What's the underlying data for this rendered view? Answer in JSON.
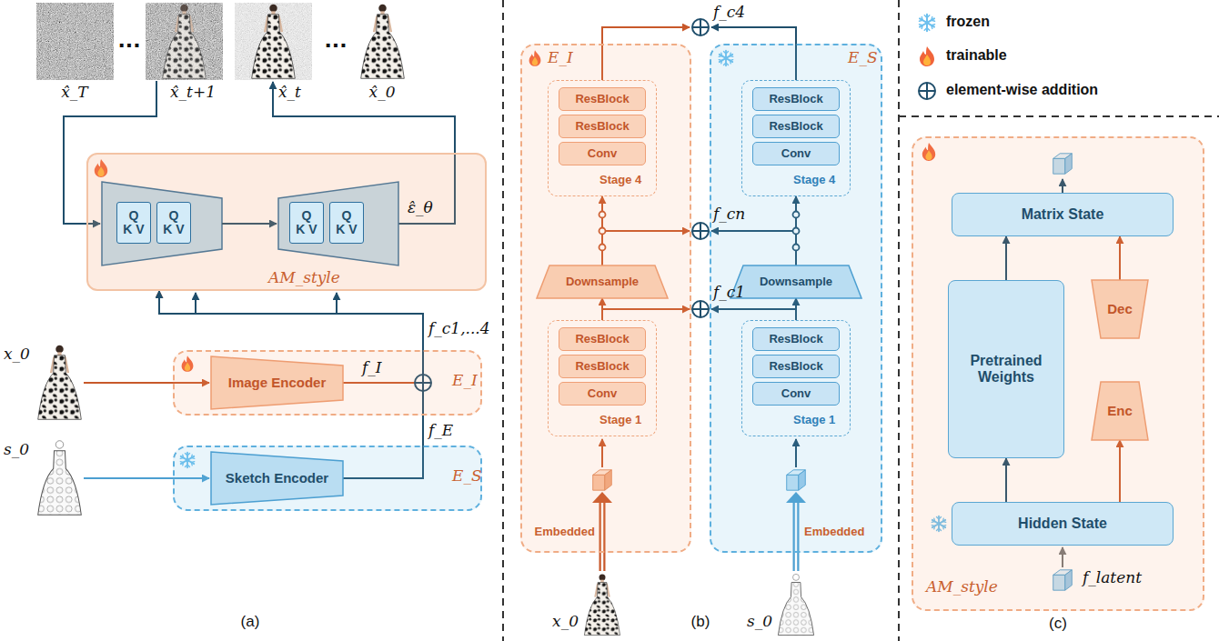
{
  "diagram": {
    "nodes": [
      {
        "text": [
          "AM_style"
        ]
      },
      {
        "text": [
          "Q",
          "K V"
        ],
        "in": 0
      },
      {
        "text": [
          "Q",
          "K V"
        ],
        "in": 0
      },
      {
        "text": [
          "Q",
          "K V"
        ],
        "in": 0
      },
      {
        "text": [
          "Q",
          "K V"
        ],
        "in": 0
      },
      {
        "text": [
          "E_I"
        ]
      },
      {
        "text": [
          "Image Encoder"
        ],
        "in": 5
      },
      {
        "text": [
          "E_S"
        ]
      },
      {
        "text": [
          "Sketch Encoder"
        ],
        "in": 7
      },
      {
        "text": [
          "E_I"
        ]
      },
      {
        "text": [
          "Stage 4"
        ],
        "in": 9
      },
      {
        "text": [
          "ResBlock"
        ],
        "in": 10
      },
      {
        "text": [
          "ResBlock"
        ],
        "in": 10
      },
      {
        "text": [
          "Conv"
        ],
        "in": 10
      },
      {
        "text": [
          "Downsample"
        ],
        "in": 9
      },
      {
        "text": [
          "Stage 1"
        ],
        "in": 9
      },
      {
        "text": [
          "ResBlock"
        ],
        "in": 15
      },
      {
        "text": [
          "ResBlock"
        ],
        "in": 15
      },
      {
        "text": [
          "Conv"
        ],
        "in": 15
      },
      {
        "text": [
          "E_S"
        ]
      },
      {
        "text": [
          "Stage 4"
        ],
        "in": 19
      },
      {
        "text": [
          "ResBlock"
        ],
        "in": 20
      },
      {
        "text": [
          "ResBlock"
        ],
        "in": 20
      },
      {
        "text": [
          "Conv"
        ],
        "in": 20
      },
      {
        "text": [
          "Downsample"
        ],
        "in": 19
      },
      {
        "text": [
          "Stage 1"
        ],
        "in": 19
      },
      {
        "text": [
          "ResBlock"
        ],
        "in": 25
      },
      {
        "text": [
          "ResBlock"
        ],
        "in": 25
      },
      {
        "text": [
          "Conv"
        ],
        "in": 25
      },
      {
        "text": [
          "AM_style"
        ]
      },
      {
        "text": [
          "Matrix State"
        ],
        "in": 29
      },
      {
        "text": [
          "Pretrained Weights"
        ],
        "in": 29
      },
      {
        "text": [
          "Dec"
        ],
        "in": 29
      },
      {
        "text": [
          "Enc"
        ],
        "in": 29
      },
      {
        "text": [
          "Hidden State"
        ],
        "in": 29
      }
    ],
    "edges": [
      {
        "from": 6,
        "to": 0,
        "arrow": "to"
      },
      {
        "from": 8,
        "to": 0,
        "arrow": "to"
      },
      {
        "from": 15,
        "to": 14,
        "arrow": "to"
      },
      {
        "from": 14,
        "to": 10,
        "arrow": "to"
      },
      {
        "from": 25,
        "to": 24,
        "arrow": "to"
      },
      {
        "from": 24,
        "to": 20,
        "arrow": "to"
      },
      {
        "from": 34,
        "to": 31,
        "arrow": "to"
      },
      {
        "from": 34,
        "to": 33,
        "arrow": "to"
      },
      {
        "from": 31,
        "to": 30,
        "arrow": "to"
      },
      {
        "from": 32,
        "to": 30,
        "arrow": "to"
      }
    ],
    "labels": [
      "x̂_T",
      "...",
      "x̂_t+1",
      "x̂_t",
      "...",
      "x̂_0",
      "ε̂_θ",
      "f_c1,...4",
      "f_I",
      "f_E",
      "x_0",
      "s_0",
      "(a)",
      "f_c4",
      "f_cn",
      "f_c1",
      "Embedded",
      "Embedded",
      "x_0",
      "s_0",
      "(b)",
      "f_latent",
      "(c)"
    ],
    "legend": [
      {
        "text": "frozen"
      },
      {
        "text": "trainable"
      },
      {
        "text": "element-wise addition"
      }
    ]
  }
}
